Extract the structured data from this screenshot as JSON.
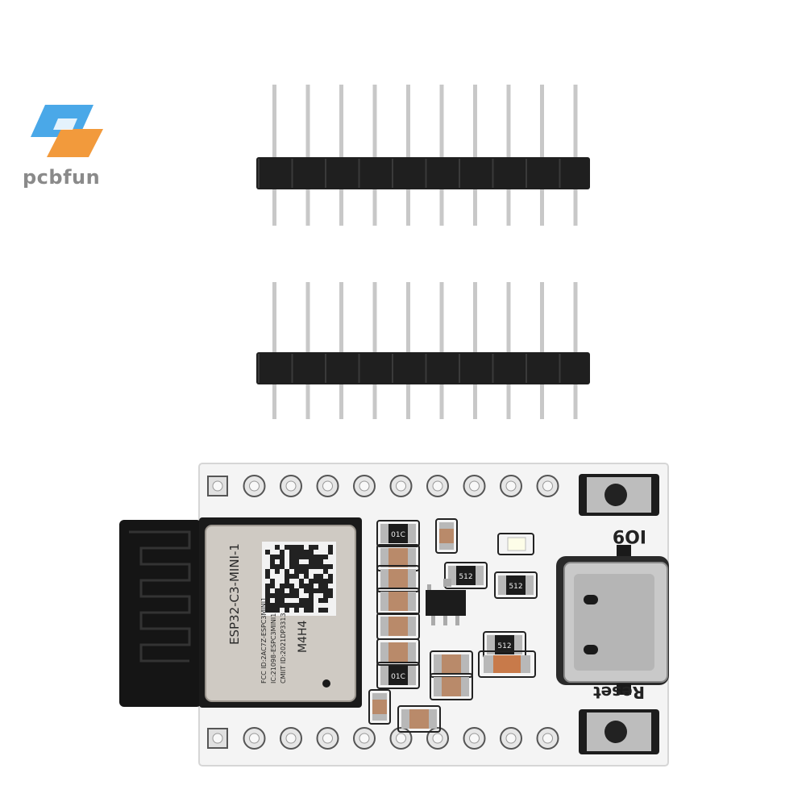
{
  "brand": {
    "name": "pcbfun"
  },
  "board": {
    "module_name": "ESP32-C3-MINI-1",
    "module_lines": [
      "FCC ID:2AC7Z-ESPC3MINI1",
      "IC:21098-ESPC3MINI1",
      "CMIIT ID:2021DP3313"
    ],
    "module_code": "M4H4",
    "button_top_label": "IO9",
    "button_bottom_label": "Reset",
    "resistor_codes": [
      "01C",
      "01C",
      "512",
      "512",
      "512"
    ]
  },
  "colors": {
    "pcb": "#f4f4f4",
    "header_plastic": "#1f1f1f",
    "pin_metal": "#c8c8c8",
    "module_shield": "#cfcac3",
    "antenna": "#151515",
    "logo_blue": "#4aa8e8",
    "logo_orange": "#f29a3c"
  }
}
